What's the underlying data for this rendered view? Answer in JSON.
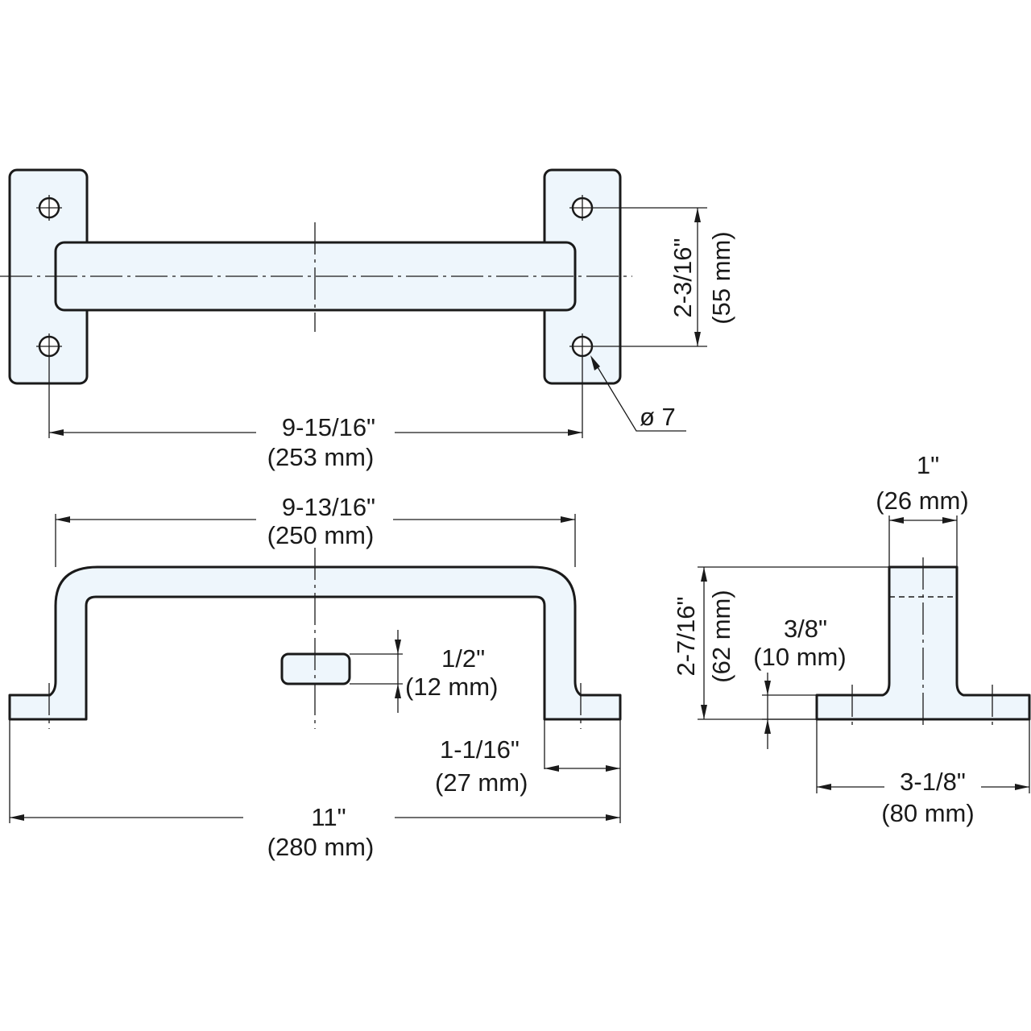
{
  "dimensions": {
    "hole_spacing_width": {
      "inch": "9-15/16\"",
      "mm": "(253 mm)"
    },
    "hole_spacing_height": {
      "inch": "2-3/16\"",
      "mm": "(55 mm)"
    },
    "hole_diameter": {
      "label": "ø 7"
    },
    "inner_width": {
      "inch": "9-13/16\"",
      "mm": "(250 mm)"
    },
    "bar_thickness": {
      "inch": "1/2\"",
      "mm": "(12 mm)"
    },
    "foot_length": {
      "inch": "1-1/16\"",
      "mm": "(27 mm)"
    },
    "overall_length": {
      "inch": "11\"",
      "mm": "(280 mm)"
    },
    "bar_width": {
      "inch": "1\"",
      "mm": "(26 mm)"
    },
    "overall_height": {
      "inch": "2-7/16\"",
      "mm": "(62 mm)"
    },
    "base_thickness": {
      "inch": "3/8\"",
      "mm": "(10 mm)"
    },
    "base_width": {
      "inch": "3-1/8\"",
      "mm": "(80 mm)"
    }
  },
  "colors": {
    "part_fill": "#eef6fc",
    "line": "#1a1a1a"
  }
}
